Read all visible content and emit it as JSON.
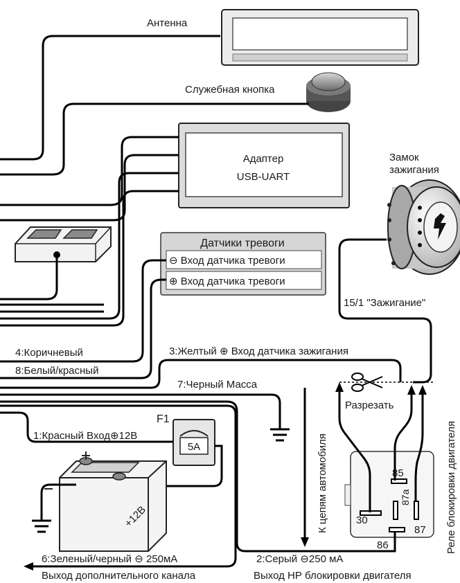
{
  "labels": {
    "antenna": "Антенна",
    "service_button": "Служебная кнопка",
    "adapter_line1": "Адаптер",
    "adapter_line2": "USB-UART",
    "ignition_lock_line1": "Замок",
    "ignition_lock_line2": "зажигания",
    "alarm_sensors_title": "Датчики тревоги",
    "sensor_minus": "⊖ Вход датчика тревоги",
    "sensor_plus": "⊕ Вход датчика тревоги",
    "ignition_15_1": "15/1 \"Зажигание\"",
    "wire_4": "4:Коричневый",
    "wire_8": "8:Белый/красный",
    "wire_3": "3:Желтый ⊕ Вход датчика зажигания",
    "wire_7": "7:Черный Масса",
    "wire_1": "1:Красный Вход⊕12В",
    "fuse_name": "F1",
    "fuse_value": "5A",
    "cut": "Разрезать",
    "to_car_circuits": "К цепям автомобиля",
    "relay_block": "Реле блокировки двигателя",
    "battery_voltage": "+12В",
    "relay_85": "85",
    "relay_30": "30",
    "relay_87a": "87a",
    "relay_87": "87",
    "relay_86": "86",
    "wire_6": "6:Зеленый/черный ⊖ 250мА",
    "wire_6_desc": "Выход дополнительного канала",
    "wire_2": "2:Серый ⊖250 мА",
    "wire_2_desc": "Выход НР блокировки двигателя"
  }
}
